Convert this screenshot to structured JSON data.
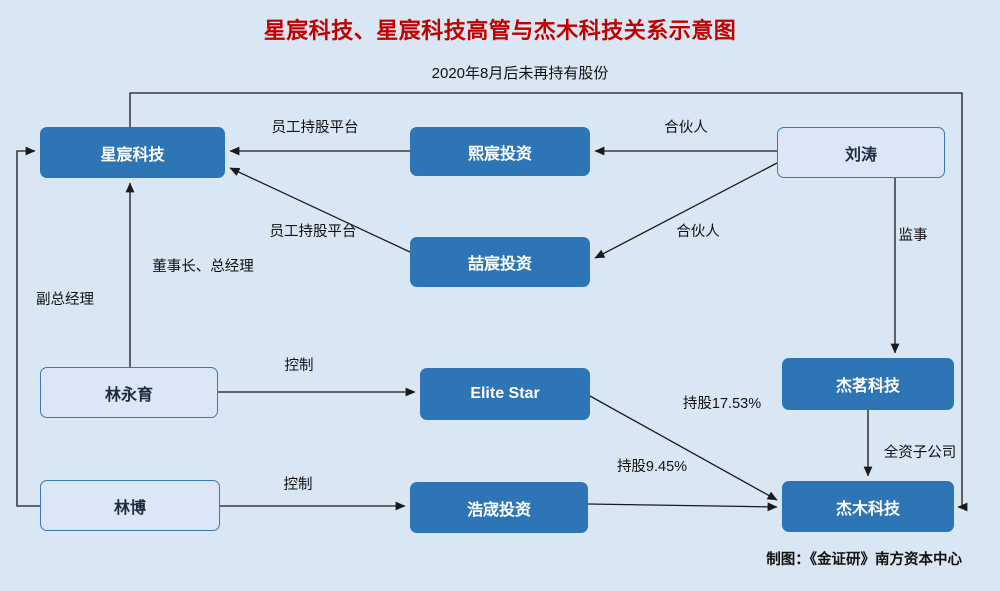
{
  "title": "星宸科技、星宸科技高管与杰木科技关系示意图",
  "credit": "制图：《金证研》南方资本中心",
  "colors": {
    "background": "#d9e6f3",
    "node_dark": "#2e75b6",
    "node_light": "#dbe7f6",
    "node_border": "#3c78b4",
    "title": "#c00000",
    "line": "#1a1a1a"
  },
  "nodes": {
    "xingchen": {
      "label": "星宸科技"
    },
    "xichen": {
      "label": "熙宸投资"
    },
    "liutao": {
      "label": "刘涛"
    },
    "zhechen": {
      "label": "喆宸投资"
    },
    "linyongyu": {
      "label": "林永育"
    },
    "elitestar": {
      "label": "Elite Star"
    },
    "jieming": {
      "label": "杰茗科技"
    },
    "linbo": {
      "label": "林博"
    },
    "haocheng": {
      "label": "浩宬投资"
    },
    "jiemu": {
      "label": "杰木科技"
    }
  },
  "edges": {
    "former_shareholding": "2020年8月后未再持有股份",
    "employee_platform_1": "员工持股平台",
    "partner_1": "合伙人",
    "employee_platform_2": "员工持股平台",
    "partner_2": "合伙人",
    "supervisor": "监事",
    "chairman_gm": "董事长、总经理",
    "deputy_gm": "副总经理",
    "control_1": "控制",
    "stake_1753": "持股17.53%",
    "control_2": "控制",
    "stake_945": "持股9.45%",
    "wholly_owned": "全资子公司"
  }
}
